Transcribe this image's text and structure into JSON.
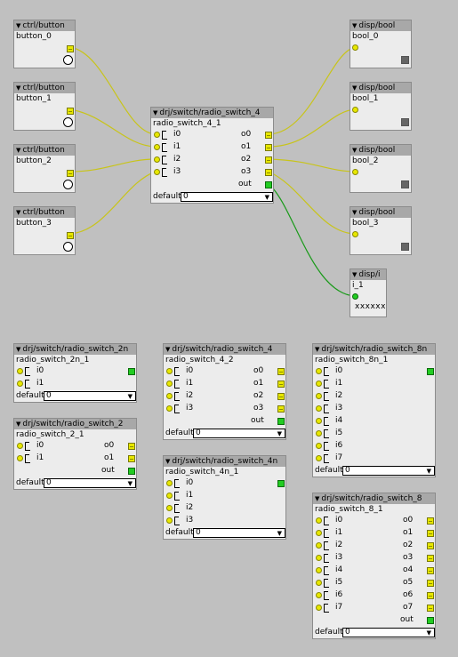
{
  "buttons": [
    {
      "title": "ctrl/button",
      "name": "button_0"
    },
    {
      "title": "ctrl/button",
      "name": "button_1"
    },
    {
      "title": "ctrl/button",
      "name": "button_2"
    },
    {
      "title": "ctrl/button",
      "name": "button_3"
    }
  ],
  "bools": [
    {
      "title": "disp/bool",
      "name": "bool_0"
    },
    {
      "title": "disp/bool",
      "name": "bool_1"
    },
    {
      "title": "disp/bool",
      "name": "bool_2"
    },
    {
      "title": "disp/bool",
      "name": "bool_3"
    }
  ],
  "disp_i": {
    "title": "disp/i",
    "name": "i_1",
    "value": "xxxxxx"
  },
  "main_switch": {
    "title": "drj/switch/radio_switch_4",
    "name": "radio_switch_4_1",
    "inputs": [
      "i0",
      "i1",
      "i2",
      "i3"
    ],
    "outputs": [
      "o0",
      "o1",
      "o2",
      "o3"
    ],
    "out_label": "out",
    "default_label": "default",
    "default_value": "0"
  },
  "rs2n": {
    "title": "drj/switch/radio_switch_2n",
    "name": "radio_switch_2n_1",
    "inputs": [
      "i0",
      "i1"
    ],
    "default_label": "default",
    "default_value": "0"
  },
  "rs2": {
    "title": "drj/switch/radio_switch_2",
    "name": "radio_switch_2_1",
    "inputs": [
      "i0",
      "i1"
    ],
    "outputs": [
      "o0",
      "o1"
    ],
    "out_label": "out",
    "default_label": "default",
    "default_value": "0"
  },
  "rs4": {
    "title": "drj/switch/radio_switch_4",
    "name": "radio_switch_4_2",
    "inputs": [
      "i0",
      "i1",
      "i2",
      "i3"
    ],
    "outputs": [
      "o0",
      "o1",
      "o2",
      "o3"
    ],
    "out_label": "out",
    "default_label": "default",
    "default_value": "0"
  },
  "rs4n": {
    "title": "drj/switch/radio_switch_4n",
    "name": "radio_switch_4n_1",
    "inputs": [
      "i0",
      "i1",
      "i2",
      "i3"
    ],
    "default_label": "default",
    "default_value": "0"
  },
  "rs8n": {
    "title": "drj/switch/radio_switch_8n",
    "name": "radio_switch_8n_1",
    "inputs": [
      "i0",
      "i1",
      "i2",
      "i3",
      "i4",
      "i5",
      "i6",
      "i7"
    ],
    "default_label": "default",
    "default_value": "0"
  },
  "rs8": {
    "title": "drj/switch/radio_switch_8",
    "name": "radio_switch_8_1",
    "inputs": [
      "i0",
      "i1",
      "i2",
      "i3",
      "i4",
      "i5",
      "i6",
      "i7"
    ],
    "outputs": [
      "o0",
      "o1",
      "o2",
      "o3",
      "o4",
      "o5",
      "o6",
      "o7"
    ],
    "out_label": "out",
    "default_label": "default",
    "default_value": "0"
  },
  "colors": {
    "canvas": "#c0c0c0",
    "header": "#a8a8a8",
    "body": "#ececec",
    "wire_yellow": "#c8c41a",
    "wire_green": "#1a9a1a"
  }
}
